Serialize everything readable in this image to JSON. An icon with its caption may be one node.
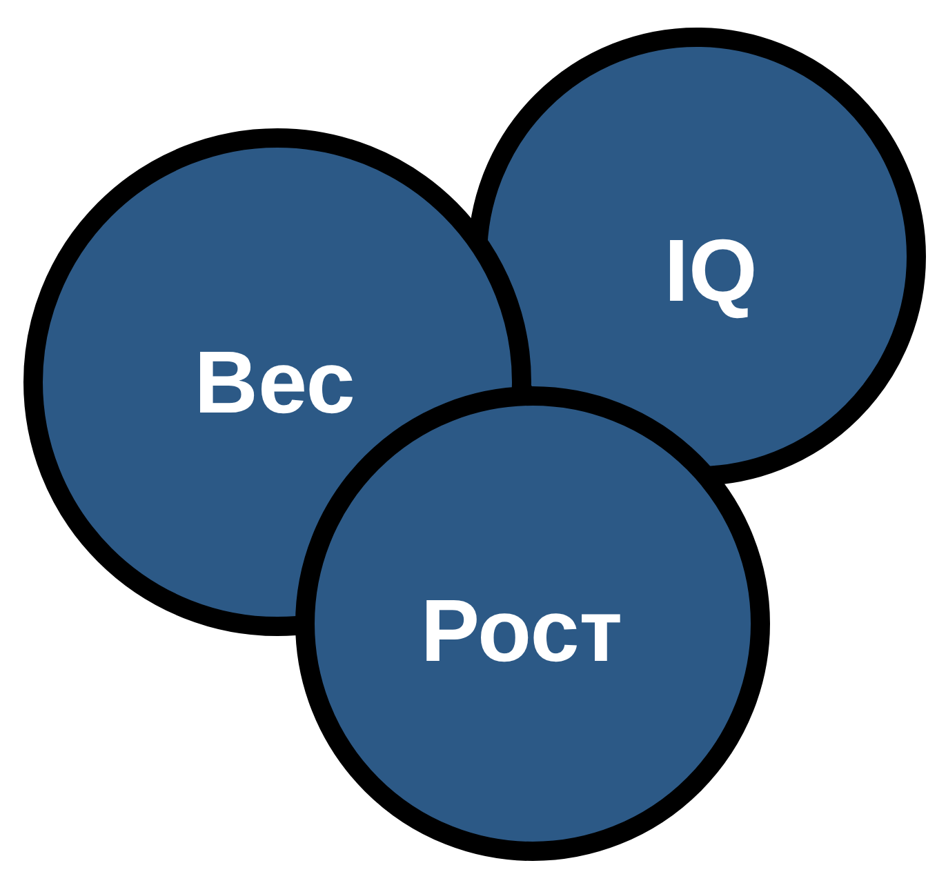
{
  "diagram": {
    "nodes": [
      {
        "text": [
          "Вес"
        ]
      },
      {
        "text": [
          "IQ"
        ]
      },
      {
        "text": [
          "Рост"
        ]
      }
    ],
    "edges": []
  }
}
